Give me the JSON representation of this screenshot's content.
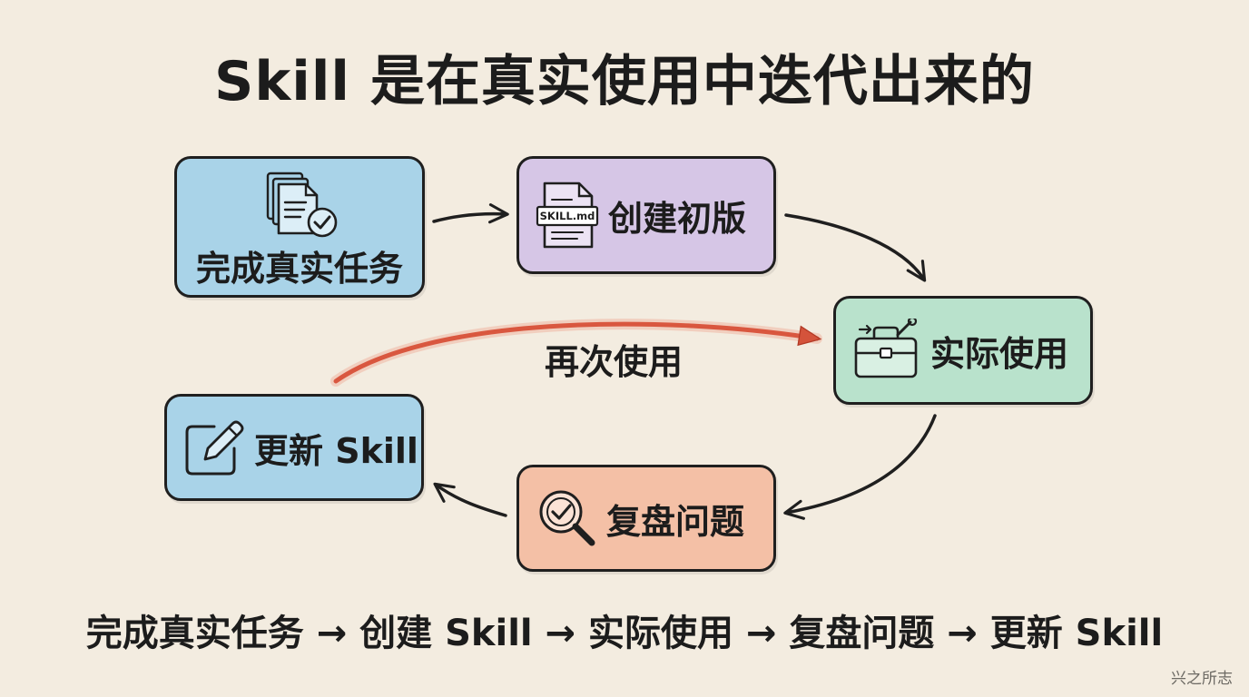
{
  "title": "Skill 是在真实使用中迭代出来的",
  "nodes": {
    "complete": {
      "label": "完成真实任务",
      "color": "#a9d3e8"
    },
    "create": {
      "label": "创建初版",
      "icon_text": "SKILL.md",
      "color": "#d6c6e6"
    },
    "practice": {
      "label": "实际使用",
      "color": "#b9e2cc"
    },
    "review": {
      "label": "复盘问题",
      "color": "#f4c0a6"
    },
    "update": {
      "label": "更新 Skill",
      "color": "#a9d3e8"
    }
  },
  "loop_label": "再次使用",
  "loop_color": "#e07a5f",
  "bottom_flow": "完成真实任务 → 创建 Skill → 实际使用 → 复盘问题 → 更新 Skill",
  "watermark": "兴之所志",
  "icons": {
    "complete": "documents-check-icon",
    "create": "skill-file-icon",
    "practice": "toolbox-icon",
    "review": "magnifier-check-icon",
    "update": "edit-pencil-icon"
  }
}
